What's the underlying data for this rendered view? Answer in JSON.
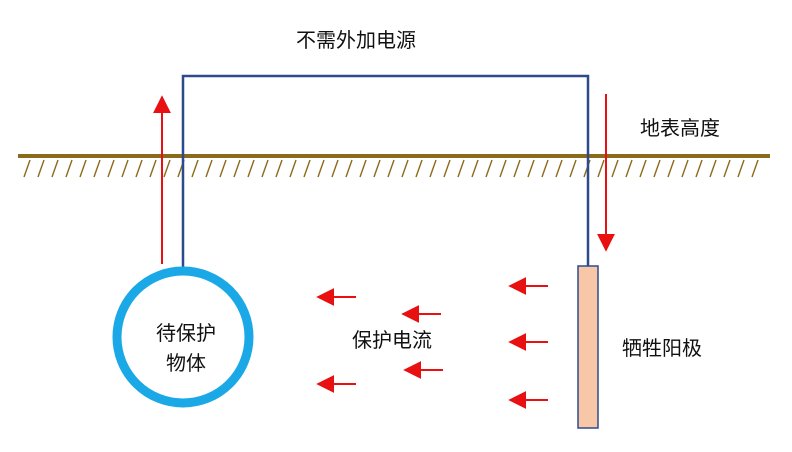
{
  "labels": {
    "no_power": "不需外加电源",
    "ground_level": "地表高度",
    "protection_current": "保护电流",
    "sacrificial_anode": "牺牲阳极",
    "protected_object_line1": "待保护",
    "protected_object_line2": "物体"
  },
  "colors": {
    "ground": "#8B6A1A",
    "wire": "#2E4A8E",
    "pipe_ring": "#1BA8E6",
    "arrow": "#E81010",
    "anode_fill": "#F7C7A8",
    "anode_stroke": "#2E4A8E"
  },
  "icons": {
    "current_arrows": "left-arrow",
    "flow_arrows": "vertical-arrow"
  }
}
